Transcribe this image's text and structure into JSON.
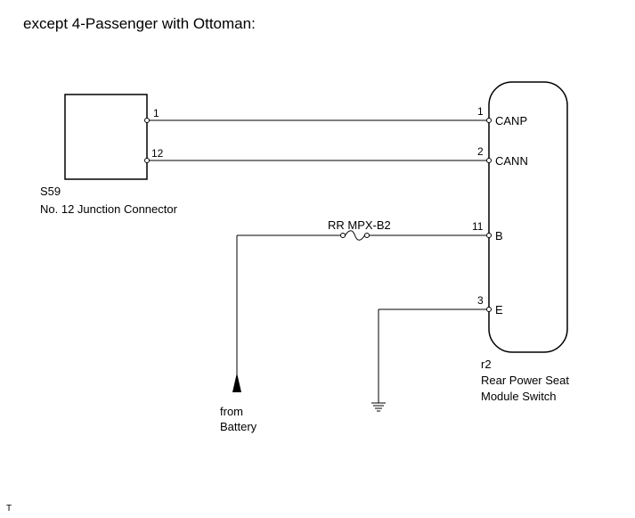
{
  "title": "except 4-Passenger with Ottoman:",
  "corner_mark": "T",
  "connector_s59": {
    "code": "S59",
    "name": "No. 12 Junction Connector",
    "pins": [
      "1",
      "12"
    ]
  },
  "module_r2": {
    "code": "r2",
    "name_line1": "Rear Power Seat",
    "name_line2": "Module Switch",
    "pins": [
      {
        "number": "1",
        "signal": "CANP"
      },
      {
        "number": "2",
        "signal": "CANN"
      },
      {
        "number": "11",
        "signal": "B"
      },
      {
        "number": "3",
        "signal": "E"
      }
    ]
  },
  "fuse": {
    "label": "RR MPX-B2"
  },
  "battery_feed": {
    "line1": "from",
    "line2": "Battery"
  }
}
